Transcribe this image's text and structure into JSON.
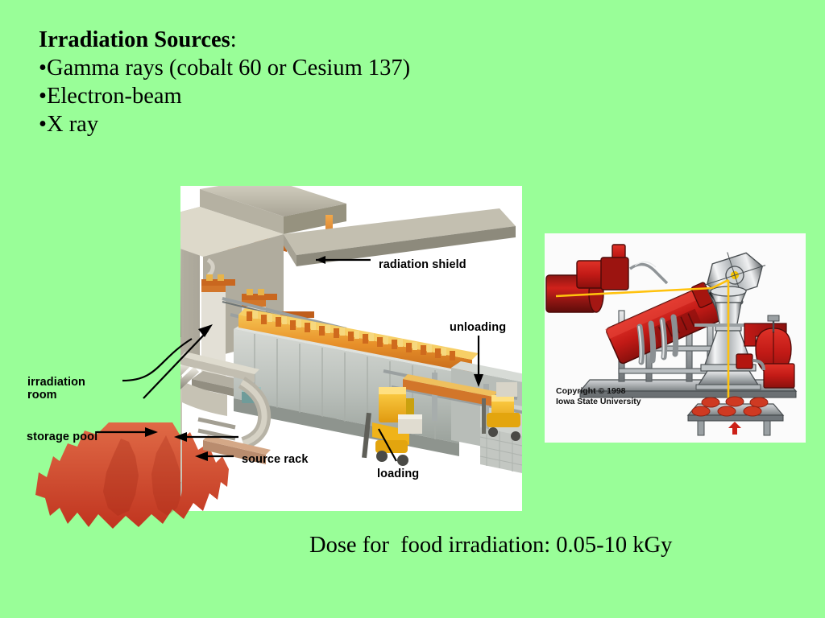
{
  "slide": {
    "background_color": "#99fe98",
    "heading": "Irradiation Sources",
    "heading_suffix": ":",
    "bullets": [
      "Gamma rays (cobalt 60 or Cesium 137)",
      "Electron-beam",
      "X ray"
    ],
    "bullet_glyph": "•",
    "caption": "Dose for  food irradiation: 0.05-10 kGy"
  },
  "figure_gamma": {
    "name": "gamma-irradiator-cutaway",
    "background_color": "#ffffff",
    "labels": {
      "radiation_shield": "radiation shield",
      "unloading": "unloading",
      "irradiation_room_line1": "irradiation",
      "irradiation_room_line2": "room",
      "storage_pool": "storage pool",
      "source_rack": "source rack",
      "loading": "loading"
    },
    "colors": {
      "concrete": "#c8c4b4",
      "concrete_shadow": "#8e8a7c",
      "pool_water": "#39b9cf",
      "soil_cutaway": "#d9452c",
      "conveyor_track": "#e8912a",
      "forklift": "#f0b319"
    }
  },
  "figure_ebeam": {
    "name": "electron-beam-accelerator",
    "background_color": "#fbfbfb",
    "copyright_line1": "Copyright © 1998",
    "copyright_line2": "Iowa State University",
    "colors": {
      "accelerator_red": "#c21a16",
      "accelerator_dark": "#7a0f0d",
      "metal_light": "#f2f2f2",
      "metal_mid": "#b9bcbe",
      "metal_dark": "#5e6366",
      "beam_yellow": "#ffc20e"
    }
  }
}
